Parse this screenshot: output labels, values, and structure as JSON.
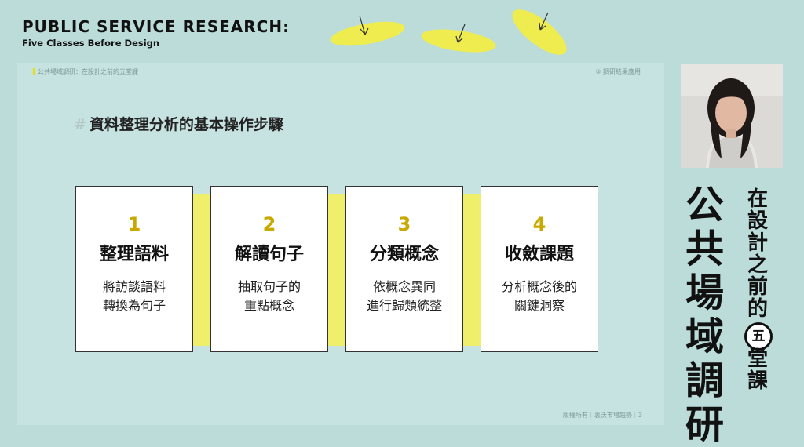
{
  "brand": {
    "title": "PUBLIC SERVICE RESEARCH:",
    "subtitle": "Five Classes Before Design"
  },
  "slide": {
    "header": "公共場域調研：在設計之前的五堂課",
    "section": "③ 調研結果應用",
    "heading_hash": "#",
    "heading": "資料整理分析的基本操作步驟",
    "steps": [
      {
        "num": "1",
        "title": "整理語料",
        "line1": "將訪談語料",
        "line2": "轉換為句子"
      },
      {
        "num": "2",
        "title": "解讀句子",
        "line1": "抽取句子的",
        "line2": "重點概念"
      },
      {
        "num": "3",
        "title": "分類概念",
        "line1": "依概念異同",
        "line2": "進行歸類統整"
      },
      {
        "num": "4",
        "title": "收斂課題",
        "line1": "分析概念後的",
        "line2": "關鍵洞察"
      }
    ],
    "footer": "版權所有｜裏沃市場趨勢｜3"
  },
  "sidebar": {
    "title_chars": [
      "公",
      "共",
      "場",
      "域",
      "調",
      "研"
    ],
    "subtitle_chars": [
      "在",
      "設",
      "計",
      "之",
      "前",
      "的"
    ],
    "circled_char": "五",
    "subtitle_tail": [
      "堂",
      "課"
    ]
  },
  "colors": {
    "background": "#bcdcda",
    "slide": "#c6e3e1",
    "accent_yellow": "#f0ef6c",
    "leaf_yellow": "#eeec4e",
    "number_gold": "#c9a900"
  },
  "icons": [
    "leaf-arrow-icon",
    "webcam-presenter"
  ]
}
